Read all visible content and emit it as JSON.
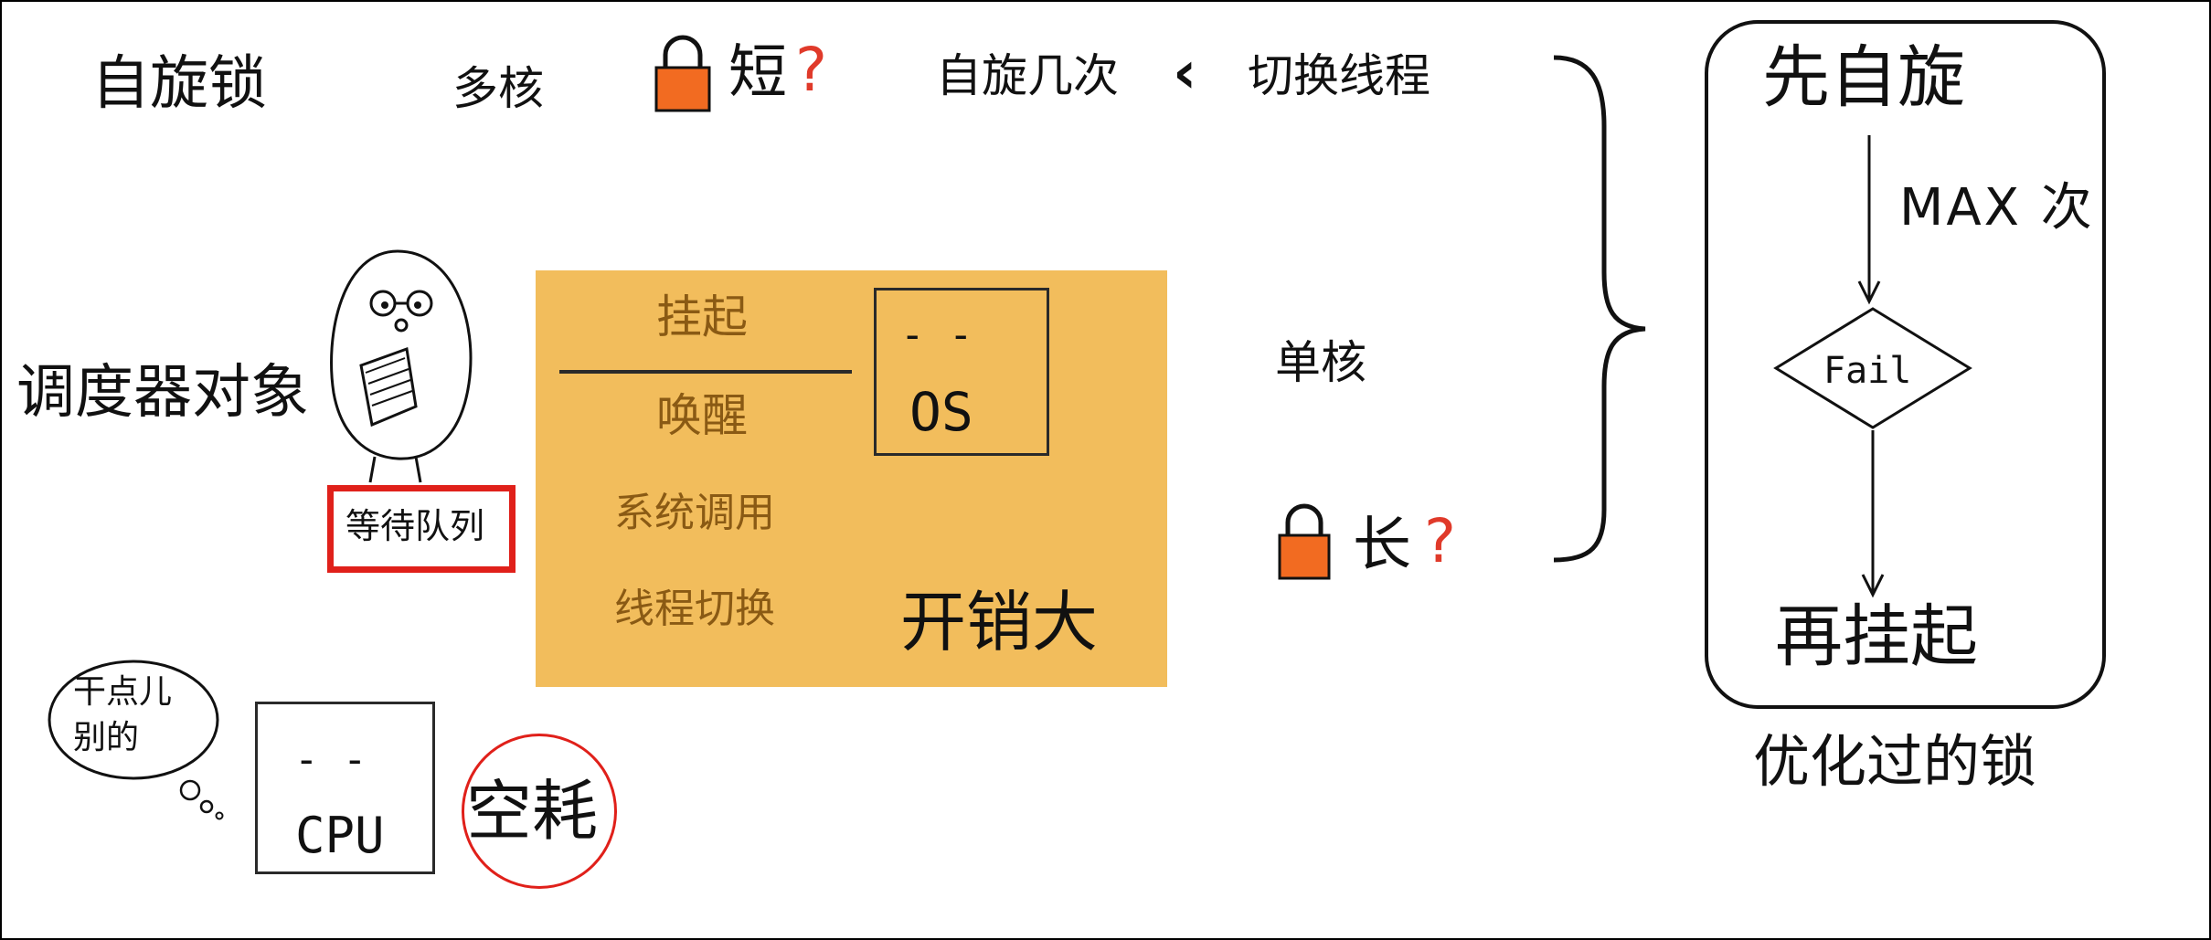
{
  "top_row": {
    "spin_lock": "自旋锁",
    "multi_core": "多核",
    "short": "短",
    "question": "?",
    "spin_times": "自旋几次",
    "less_than": "‹",
    "switch_thread": "切换线程"
  },
  "scheduler": {
    "label": "调度器对象",
    "wait_queue": "等待队列"
  },
  "thought_bubble": {
    "line1": "干点儿",
    "line2": "别的"
  },
  "os_panel": {
    "suspend": "挂起",
    "wake": "唤醒",
    "syscall": "系统调用",
    "thread_switch": "线程切换",
    "os_label": "OS",
    "os_face": "-  -",
    "overhead": "开销大"
  },
  "cpu": {
    "face": "-  -",
    "label": "CPU",
    "idle": "空耗"
  },
  "single_core": {
    "label": "单核",
    "long": "长",
    "question": "?"
  },
  "flowchart": {
    "start": "先自旋",
    "max_times": "MAX 次",
    "fail": "Fail",
    "end": "再挂起",
    "caption": "优化过的锁"
  },
  "colors": {
    "panel": "#f2bd5c",
    "lock_body": "#f26b21",
    "highlight_red": "#e0201a",
    "question_red": "#e03a2a"
  }
}
